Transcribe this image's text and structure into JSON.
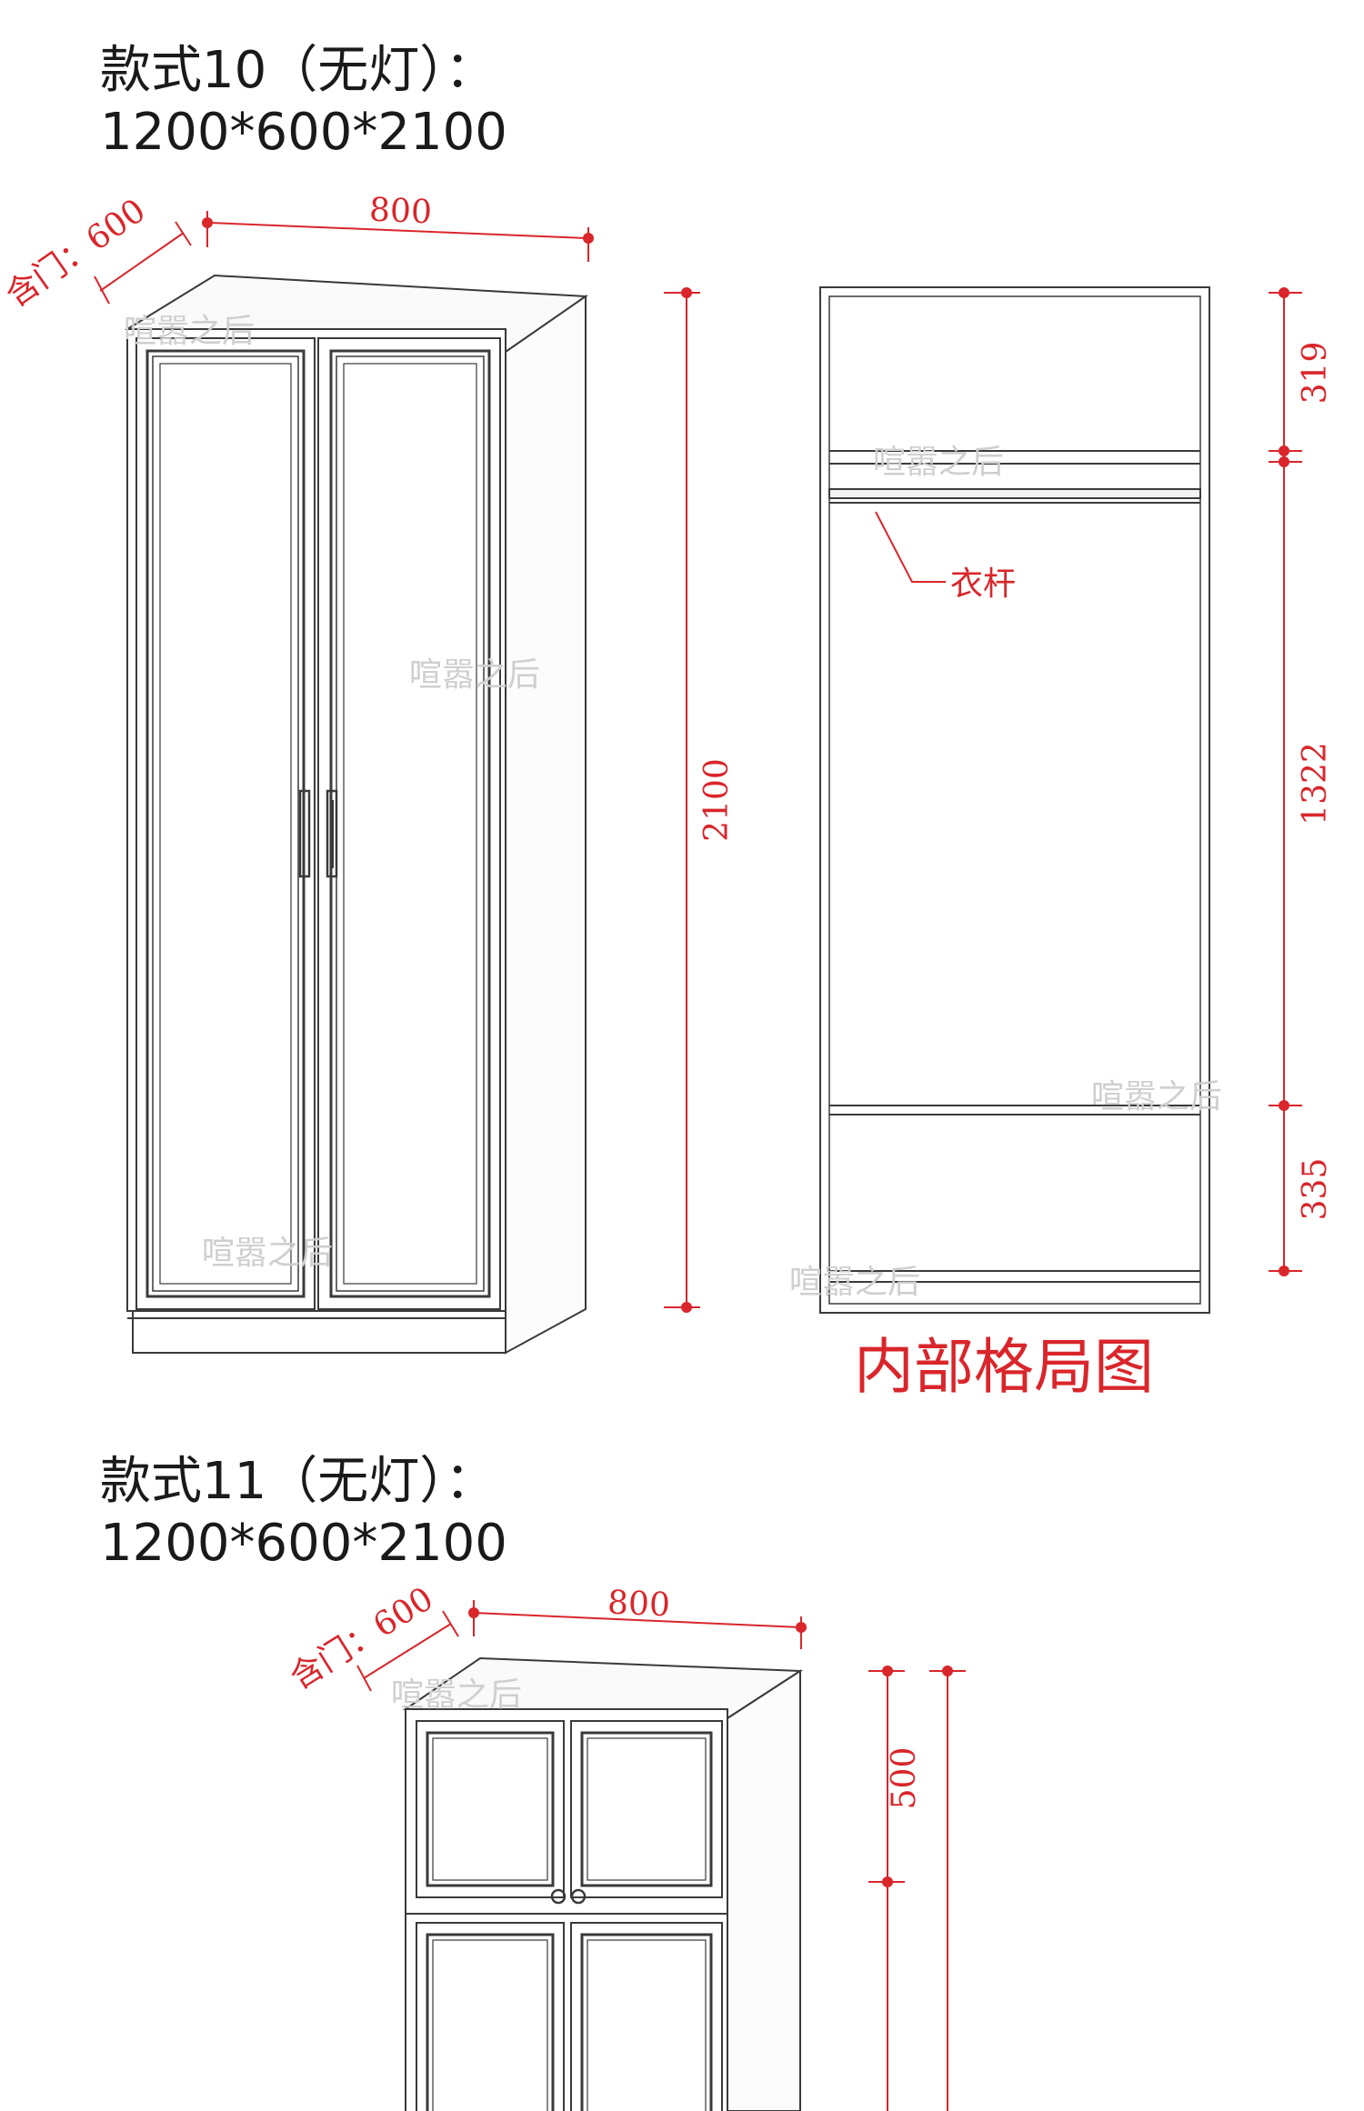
{
  "style10": {
    "title": "款式10（无灯）：",
    "size": "1200*600*2100",
    "depth_label": "含门：600",
    "width_label": "800",
    "height_label": "2100",
    "interior": {
      "caption": "内部格局图",
      "rod_label": "衣杆",
      "top_section": "319",
      "middle_section": "1322",
      "bottom_section": "335"
    }
  },
  "style11": {
    "title": "款式11（无灯）：",
    "size": "1200*600*2100",
    "depth_label": "含门：600",
    "width_label": "800",
    "top_section": "500"
  },
  "watermark": "喧嚣之后",
  "colors": {
    "dimension": "#d9262b",
    "line": "#3a3a3a",
    "text": "#1a1a1a"
  }
}
